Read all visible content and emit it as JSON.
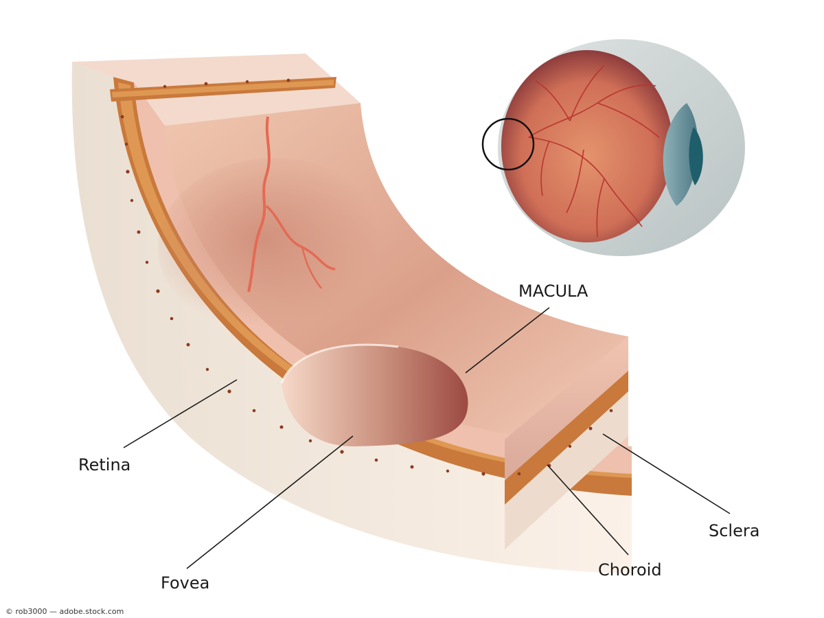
{
  "labels": {
    "macula": "MACULA",
    "retina": "Retina",
    "fovea": "Fovea",
    "choroid": "Choroid",
    "sclera": "Sclera"
  },
  "credit": "© rob3000 — adobe.stock.com"
}
